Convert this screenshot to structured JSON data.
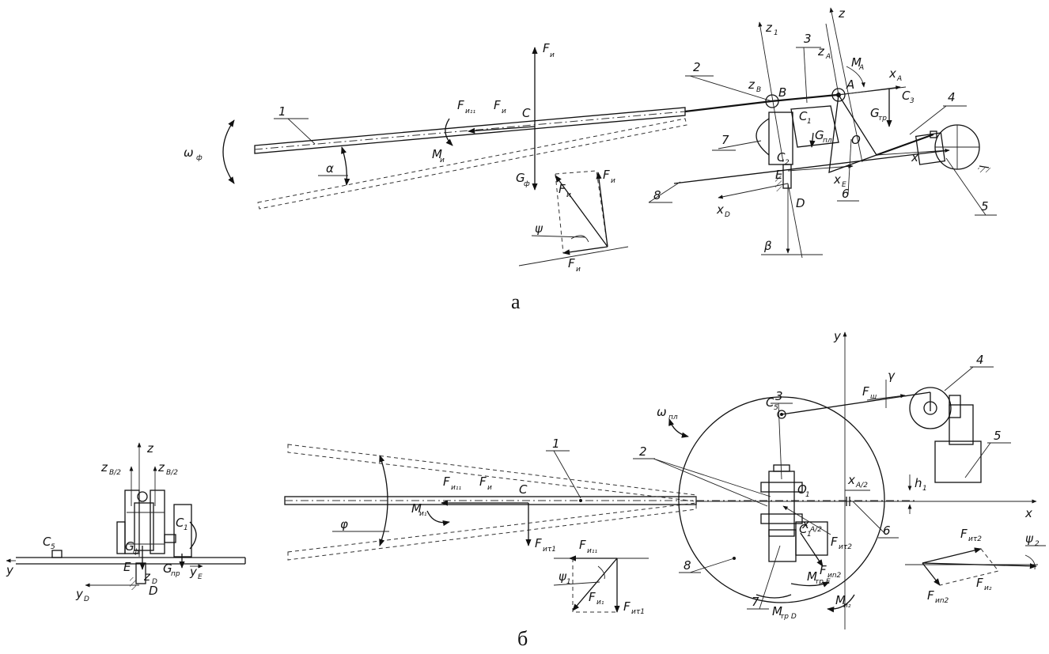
{
  "captions": {
    "a": "а",
    "b": "б"
  },
  "numbers": {
    "n1": "1",
    "n2": "2",
    "n3": "3",
    "n4": "4",
    "n5": "5",
    "n6": "6",
    "n7": "7",
    "n8": "8"
  },
  "view_a": {
    "omega_phi": "ω",
    "omega_phi_sub": "ф",
    "alpha": "α",
    "psi": "ψ",
    "beta": "β",
    "C": "C",
    "B": "B",
    "A": "A",
    "O": "O",
    "D": "D",
    "E": "E",
    "C1": "C",
    "C1_sub": "1",
    "C2": "C",
    "C2_sub": "2",
    "C3": "C",
    "C3_sub": "3",
    "z": "z",
    "z1": "z",
    "z1_sub": "1",
    "zB": "z",
    "zB_sub": "B",
    "zA": "z",
    "zA_sub": "A",
    "xA": "x",
    "xA_sub": "A",
    "x": "x",
    "xE": "x",
    "xE_sub": "E",
    "xD": "x",
    "xD_sub": "D",
    "MA": "M",
    "MA_sub": "A",
    "Mu": "M",
    "Mu_sub": "и",
    "Gtr": "G",
    "Gtr_sub": "тр",
    "Gpl": "G",
    "Gpl_sub": "пл",
    "Gf": "G",
    "Gf_sub": "ф",
    "Fu": "F",
    "Fu_sub": "и",
    "Fun1": "F",
    "Fun1_sub": "и₁₁",
    "Fun": "F",
    "Fun_sub": "и",
    "Fut": "F",
    "Fut_sub": "и",
    "Fut2": "F",
    "Fut2_sub": "и",
    "Fun_bottom": "F",
    "Fun_bottom_sub": "и"
  },
  "view_side": {
    "z": "z",
    "zB2_left": "z",
    "zB2_left_sub": "B/2",
    "zB2_right": "z",
    "zB2_right_sub": "B/2",
    "C1": "C",
    "C1_sub": "1",
    "C5": "C",
    "C5_sub": "5",
    "Gf": "G",
    "Gf_sub": "ф",
    "Gpr": "G",
    "Gpr_sub": "пр",
    "E": "E",
    "zD": "z",
    "zD_sub": "D",
    "y": "y",
    "yE": "y",
    "yE_sub": "E",
    "yD": "y",
    "yD_sub": "D",
    "D": "D"
  },
  "view_b": {
    "y": "y",
    "x": "x",
    "gamma": "γ",
    "phi": "φ",
    "omega_pl": "ω",
    "omega_pl_sub": "пл",
    "C": "C",
    "C1": "C",
    "C1_sub": "1",
    "C5": "C",
    "C5_sub": "5",
    "O1": "O",
    "O1_sub": "1",
    "Fsh": "F",
    "Fsh_sub": "ш",
    "h1": "h",
    "h1_sub": "1",
    "xA2": "x",
    "xA2_sub": "A/2",
    "xA2b": "x",
    "xA2b_sub": "A/2",
    "Mu1": "M",
    "Mu1_sub": "и₁",
    "Mu2": "M",
    "Mu2_sub": "и₂",
    "MtrE": "M",
    "MtrE_sub": "тр E",
    "MtrD": "M",
    "MtrD_sub": "тр D",
    "Fun1": "F",
    "Fun1_sub": "и₁₁",
    "Fun": "F",
    "Fun_sub": "и",
    "Fut1": "F",
    "Fut1_sub": "иτ1",
    "Fu1": "F",
    "Fu1_sub": "и₁",
    "Fut1b": "F",
    "Fut1b_sub": "иτ1",
    "Fun1b": "F",
    "Fun1b_sub": "и₁₁",
    "psi1": "ψ",
    "psi1_sub": "1",
    "psi2": "ψ",
    "psi2_sub": "2",
    "Fut2": "F",
    "Fut2_sub": "иτ2",
    "Fun2": "F",
    "Fun2_sub": "иn2",
    "Fu2": "F",
    "Fu2_sub": "и₂",
    "Fut2r": "F",
    "Fut2r_sub": "иτ2",
    "Fun2r": "F",
    "Fun2r_sub": "иn2"
  }
}
